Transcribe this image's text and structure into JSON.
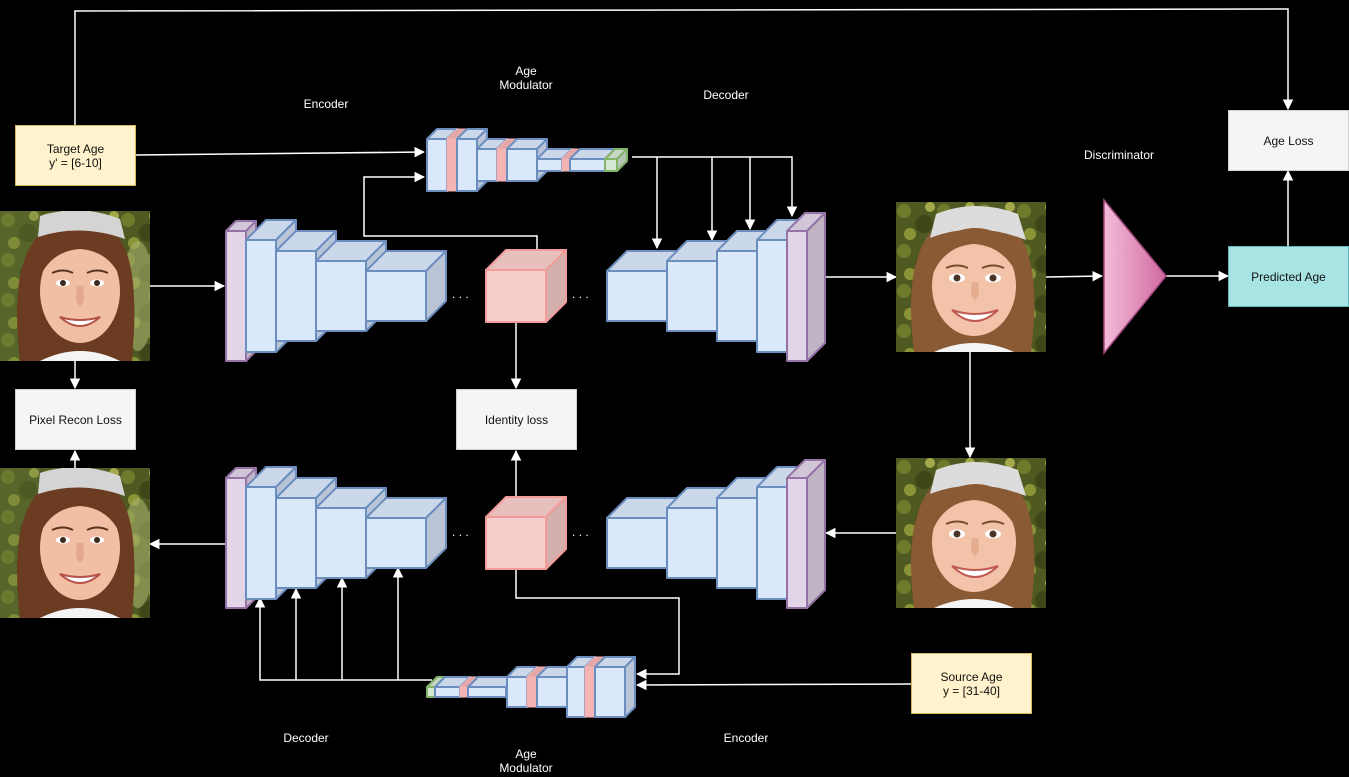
{
  "labels": {
    "encoder_top": "Encoder",
    "decoder_top": "Decoder",
    "modulator_top": [
      "Age",
      "Modulator"
    ],
    "discriminator": "Discriminator",
    "decoder_bottom": "Decoder",
    "encoder_bottom": "Encoder",
    "modulator_bottom": [
      "Age",
      "Modulator"
    ],
    "dots": ". . ."
  },
  "boxes": {
    "target_age": [
      "Target Age",
      "y' = [6-10]"
    ],
    "age_loss": "Age Loss",
    "predicted_age": "Predicted Age",
    "pixel_recon_loss": "Pixel Recon Loss",
    "identity_loss": "Identity loss",
    "source_age": [
      "Source Age",
      "y = [31-40]"
    ]
  },
  "images": {
    "input_face": "photo-adult-woman-smiling",
    "reconstructed_face": "photo-adult-woman-smiling",
    "aged_face": "photo-young-girl-smiling",
    "aged_face_copy": "photo-young-girl-smiling"
  },
  "colors": {
    "background": "#000000",
    "block_fill": "#dae8fc",
    "block_stroke": "#6c8ebf",
    "io_layer_fill": "#e1d5e7",
    "io_layer_stroke": "#9673a6",
    "bottleneck_fill": "#f8cecc",
    "age_stripe": "#f4b4b4",
    "age_input_fill": "#d5e8d4",
    "age_input_stroke": "#82b366",
    "discriminator_fill": "#e07bb0",
    "target_box_fill": "#fff2cc",
    "loss_box_fill": "#f5f5f5",
    "predicted_box_fill": "#a8e4e4",
    "arrow": "#ffffff"
  }
}
